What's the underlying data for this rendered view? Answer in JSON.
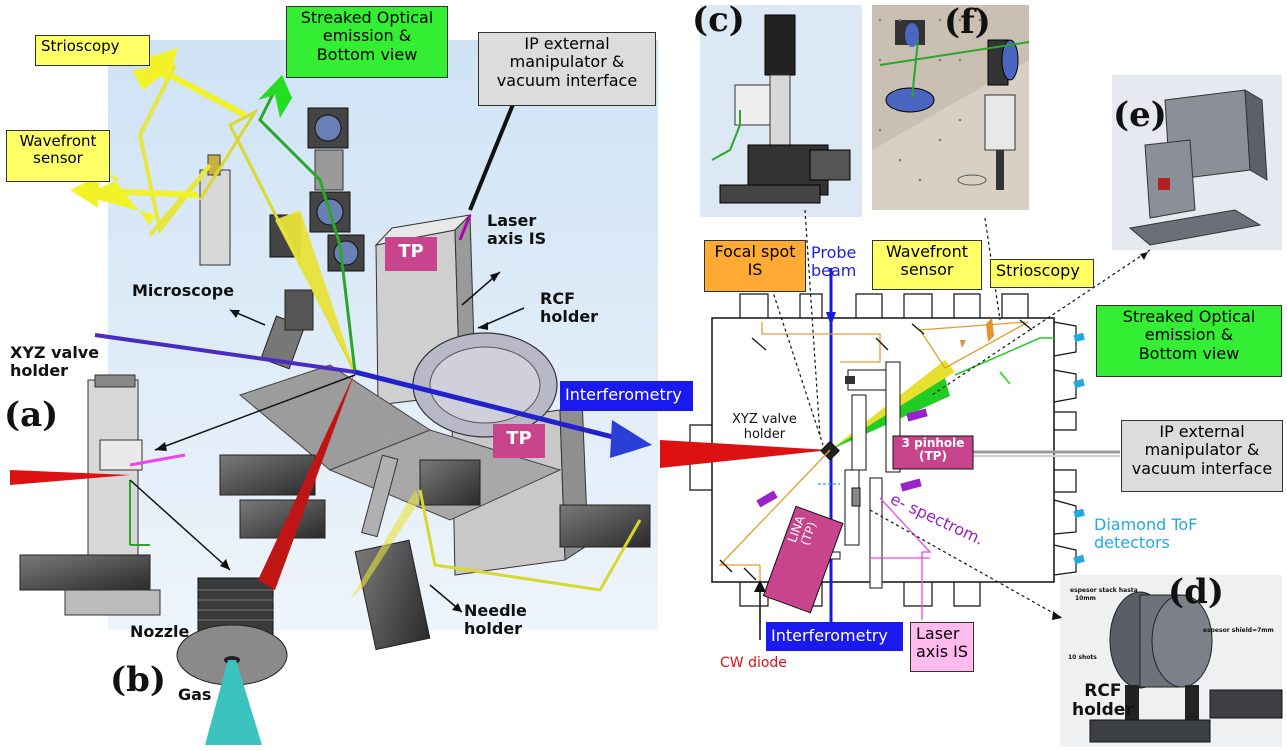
{
  "panels": {
    "a": "(a)",
    "b": "(b)",
    "c": "(c)",
    "d": "(d)",
    "e": "(e)",
    "f": "(f)"
  },
  "left": {
    "strioscopy": "Strioscopy",
    "streaked_l1": "Streaked Optical",
    "streaked_l2": "emission &",
    "streaked_l3": "Bottom view",
    "ip_l1": "IP external",
    "ip_l2": "manipulator &",
    "ip_l3": "vacuum interface",
    "wavefront_l1": "Wavefront",
    "wavefront_l2": "sensor",
    "tp_top": "TP",
    "tp_bottom": "TP",
    "laser_axis_l1": "Laser",
    "laser_axis_l2": "axis IS",
    "microscope": "Microscope",
    "rcf_l1": "RCF",
    "rcf_l2": "holder",
    "xyz_l1": "XYZ valve",
    "xyz_l2": "holder",
    "interferometry": "Interferometry",
    "needle_l1": "Needle",
    "needle_l2": "holder",
    "nozzle": "Nozzle",
    "gas": "Gas"
  },
  "right": {
    "focal_l1": "Focal spot",
    "focal_l2": "IS",
    "probe_l1": "Probe",
    "probe_l2": "beam",
    "wavefront_l1": "Wavefront",
    "wavefront_l2": "sensor",
    "strioscopy": "Strioscopy",
    "streaked_l1": "Streaked Optical",
    "streaked_l2": "emission &",
    "streaked_l3": "Bottom view",
    "xyz_l1": "XYZ valve",
    "xyz_l2": "holder",
    "pinhole_l1": "3 pinhole",
    "pinhole_l2": "(TP)",
    "ip_l1": "IP external",
    "ip_l2": "manipulator &",
    "ip_l3": "vacuum interface",
    "lina_l1": "LINA",
    "lina_l2": "(TP)",
    "espectrom": "e- spectrom.",
    "diamond_l1": "Diamond ToF",
    "diamond_l2": "detectors",
    "interferometry": "Interferometry",
    "laser_axis_l1": "Laser",
    "laser_axis_l2": "axis IS",
    "cw_diode": "CW diode",
    "rcf_l1": "RCF",
    "rcf_l2": "holder",
    "rcf_note1": "espesor stack hasta",
    "rcf_note2": "10mm",
    "rcf_note3": "espesor shield=7mm",
    "rcf_note4": "10 shots"
  },
  "colors": {
    "yellow_box": "#ffff66",
    "green_box": "#33ee33",
    "grey_box": "#dcdcdc",
    "orange_box": "#ffaa33",
    "blue_box": "#1a1aee",
    "pink_box": "#ffbbee",
    "tp_magenta": "#c8448c",
    "probe_blue": "#2222cc",
    "laser_red": "#dd1111",
    "diamond_cyan": "#22aadd",
    "spectrom_purple": "#9922cc",
    "cw_red": "#dd1111"
  }
}
